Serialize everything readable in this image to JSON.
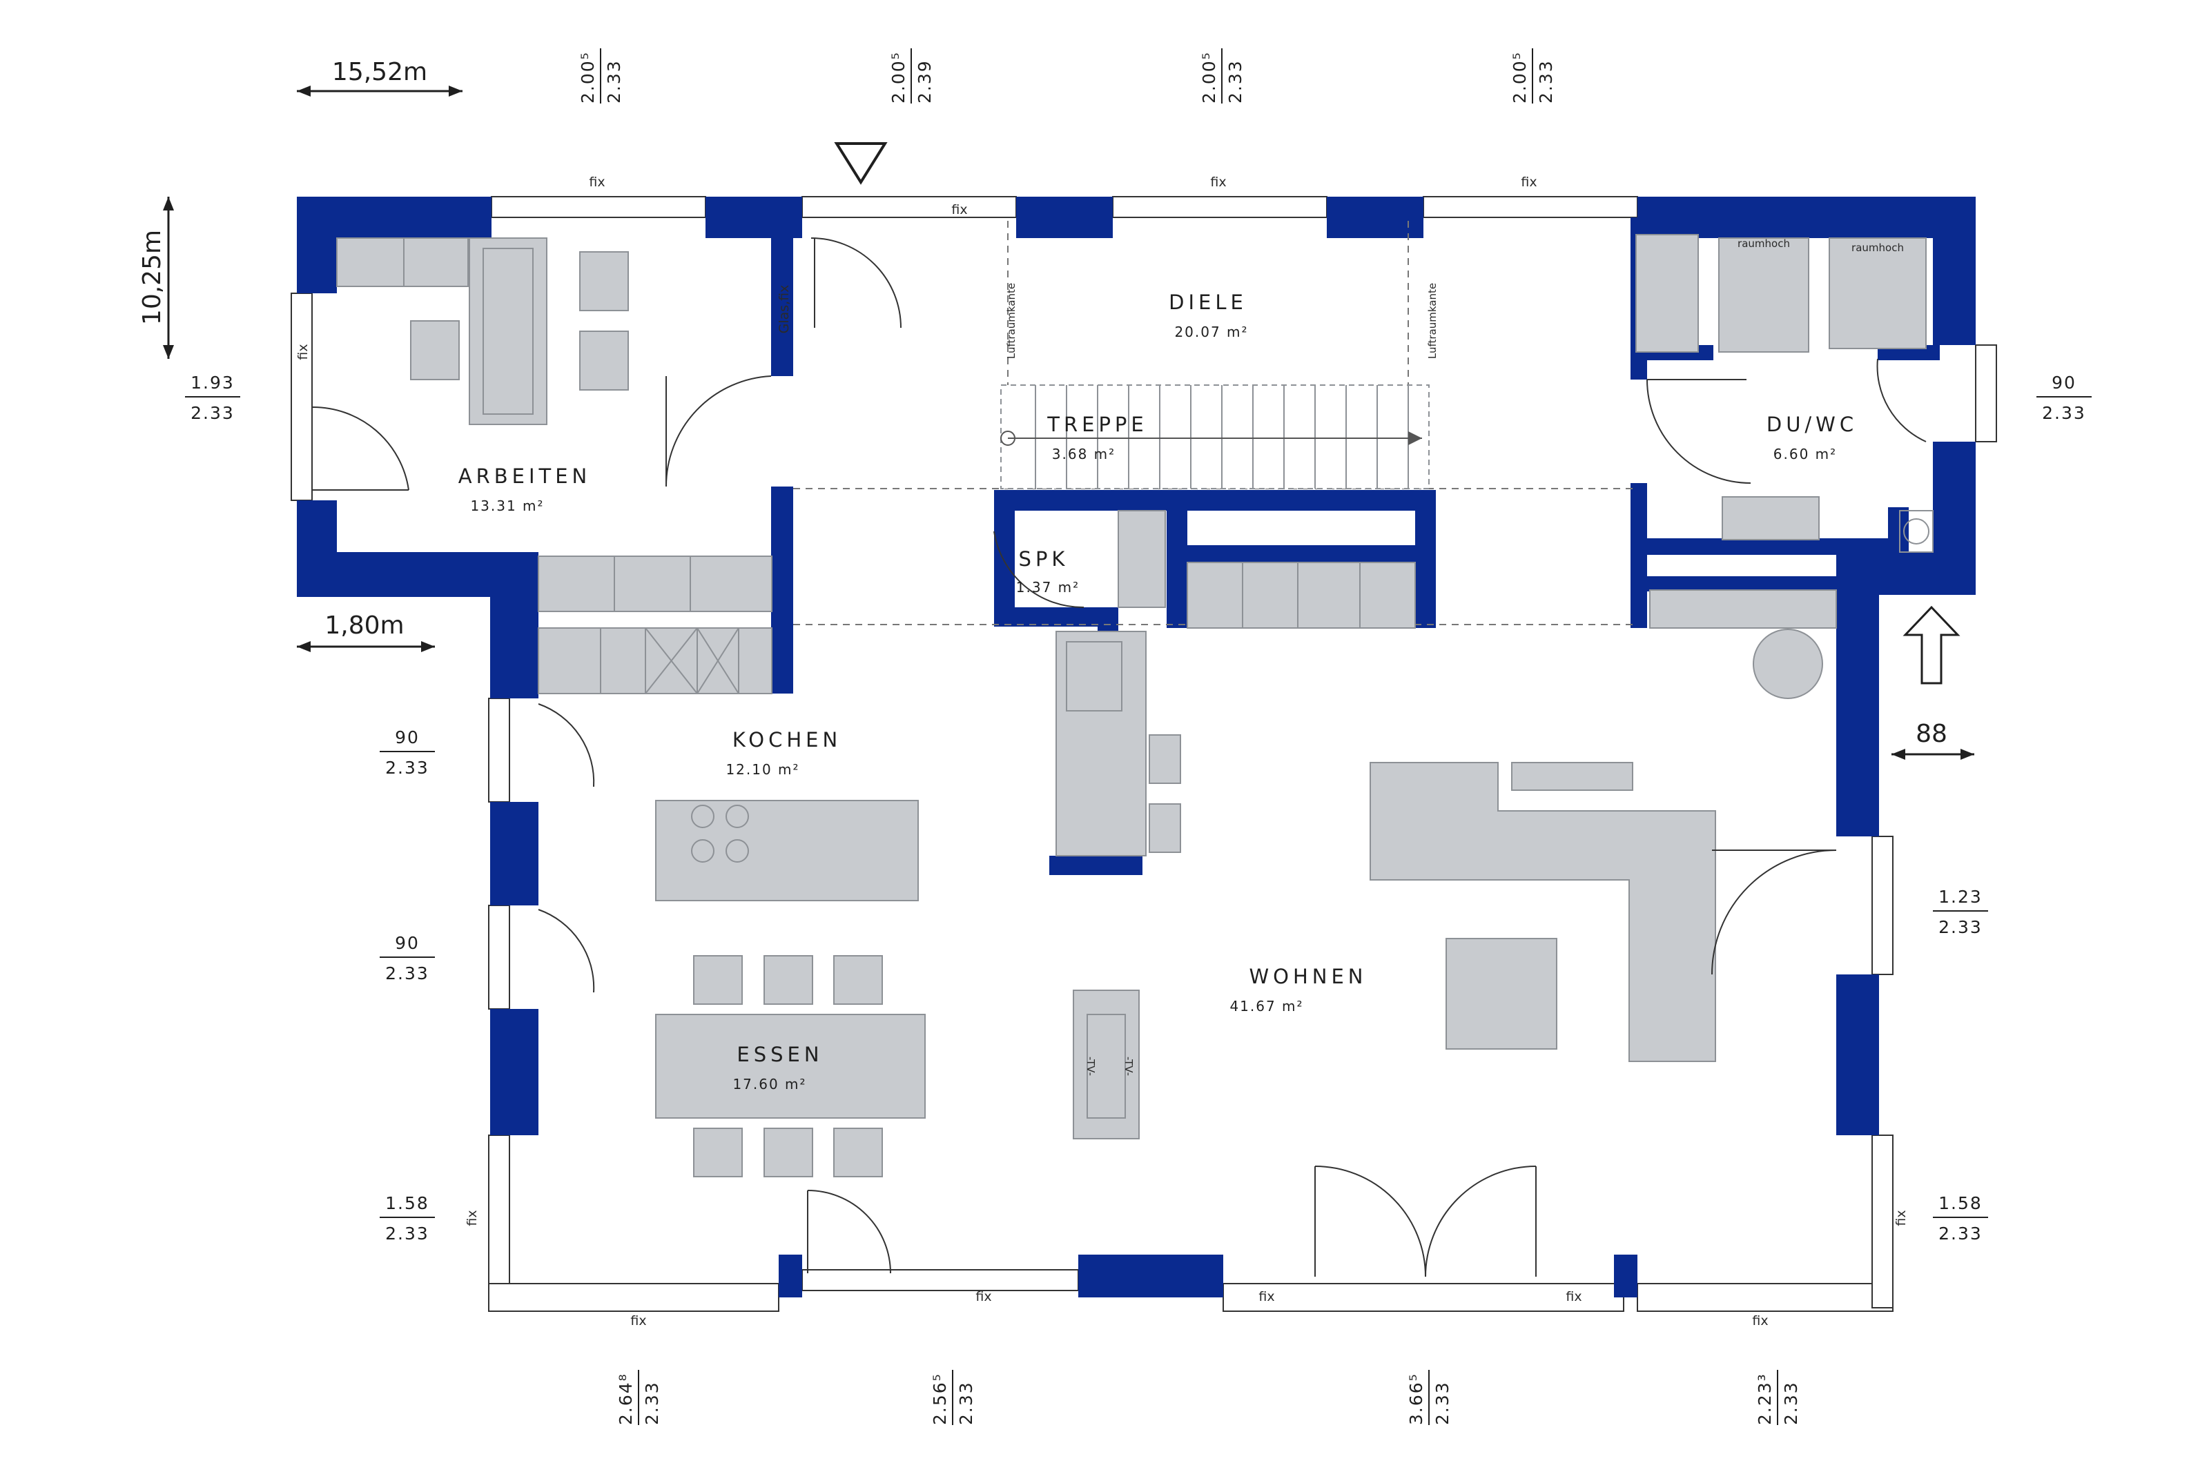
{
  "rooms": [
    {
      "name": "ARBEITEN",
      "area": "13.31 m²"
    },
    {
      "name": "DIELE",
      "area": "20.07 m²"
    },
    {
      "name": "TREPPE",
      "area": "3.68 m²"
    },
    {
      "name": "DU/WC",
      "area": "6.60 m²"
    },
    {
      "name": "SPK",
      "area": "1.37 m²"
    },
    {
      "name": "KOCHEN",
      "area": "12.10 m²"
    },
    {
      "name": "WOHNEN",
      "area": "41.67 m²"
    },
    {
      "name": "ESSEN",
      "area": "17.60 m²"
    }
  ],
  "overall": {
    "width": "15,52m",
    "depth": "10,25m",
    "recess": "1,80m",
    "entry_offset": "88"
  },
  "top_openings": [
    {
      "top": "2.00⁵",
      "bottom": "2.33"
    },
    {
      "top": "2.00⁵",
      "bottom": "2.39"
    },
    {
      "top": "2.00⁵",
      "bottom": "2.33"
    },
    {
      "top": "2.00⁵",
      "bottom": "2.33"
    }
  ],
  "bottom_openings": [
    {
      "top": "2.64⁸",
      "bottom": "2.33"
    },
    {
      "top": "2.56⁵",
      "bottom": "2.33"
    },
    {
      "top": "3.66⁵",
      "bottom": "2.33"
    },
    {
      "top": "2.23³",
      "bottom": "2.33"
    }
  ],
  "left_openings": [
    {
      "top": "1.93",
      "bottom": "2.33"
    },
    {
      "top": "90",
      "bottom": "2.33"
    },
    {
      "top": "90",
      "bottom": "2.33"
    },
    {
      "top": "1.58",
      "bottom": "2.33"
    }
  ],
  "right_openings": [
    {
      "top": "90",
      "bottom": "2.33"
    },
    {
      "top": "1.23",
      "bottom": "2.33"
    },
    {
      "top": "1.58",
      "bottom": "2.33"
    }
  ],
  "labels": {
    "fix": "fix",
    "glas_fix": "Glas,fix",
    "luftraumkante": "Luftraumkante",
    "raumhoch": "raumhoch",
    "tv": "-TV-"
  },
  "colors": {
    "wall": "#0a2a8f",
    "furniture": "#c8cbcf"
  }
}
